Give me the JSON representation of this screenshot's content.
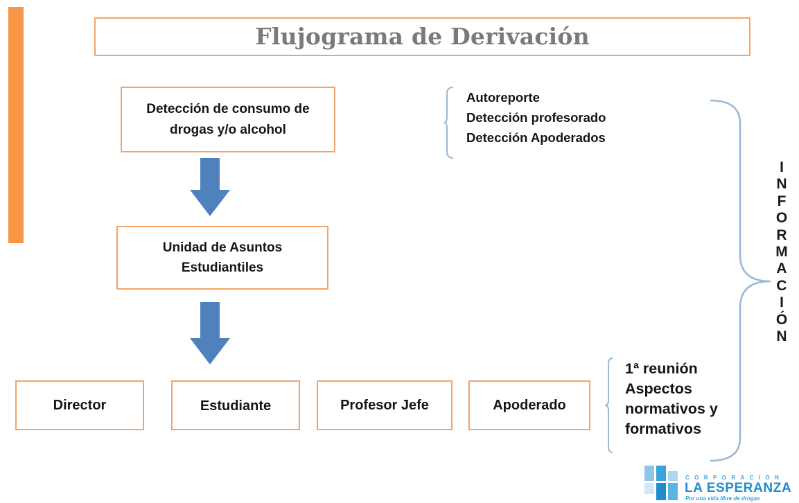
{
  "title": "Flujograma de Derivación",
  "nodes": {
    "detection": {
      "line1": "Detección de consumo de",
      "line2": "drogas y/o  alcohol"
    },
    "unit": {
      "line1": "Unidad de Asuntos",
      "line2": "Estudiantiles"
    }
  },
  "leaves": [
    "Director",
    "Estudiante",
    "Profesor Jefe",
    "Apoderado"
  ],
  "detection_sources": [
    "Autoreporte",
    "Detección profesorado",
    "Detección  Apoderados"
  ],
  "meeting": [
    "1ª reunión",
    "Aspectos",
    "normativos y",
    "formativos"
  ],
  "vertical_label": [
    "I",
    "N",
    "F",
    "O",
    "R",
    "M",
    "A",
    "C",
    "I",
    "Ó",
    "N"
  ],
  "logo": {
    "small_text": "CORPORACION",
    "name": "LA ESPERANZA",
    "tagline": "Por una vida libre de drogas"
  },
  "colors": {
    "accent": "#f79646",
    "box_border": "#f4a46a",
    "arrow": "#4f81bd",
    "brace": "#9ab7d6",
    "title_text": "#7a7a7a",
    "logo_blue": "#1f8ccc"
  },
  "icons": {
    "arrow": "arrow-down-icon",
    "brace": "curly-brace-icon",
    "logo": "la-esperanza-logo-icon"
  }
}
